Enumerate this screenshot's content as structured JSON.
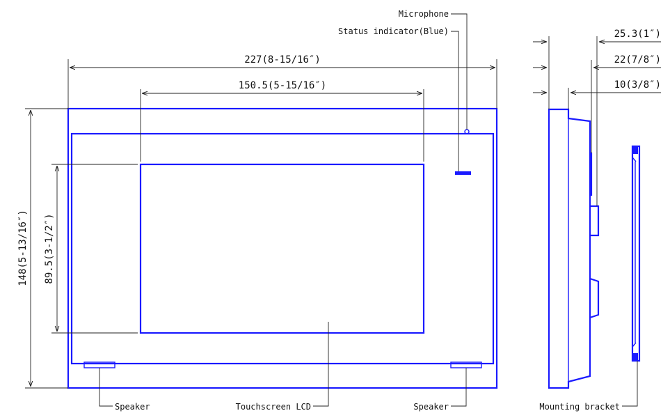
{
  "colors": {
    "outline": "#1a1aff",
    "dimension": "#222222",
    "background": "#ffffff"
  },
  "dimensions": {
    "overall_width": "227(8-15/16″)",
    "screen_width": "150.5(5-15/16″)",
    "overall_height": "148(5-13/16″)",
    "screen_height": "89.5(3-1/2″)",
    "depth_total": "25.3(1″)",
    "depth_body": "22(7/8″)",
    "depth_bracket": "10(3/8″)"
  },
  "callouts": {
    "microphone": "Microphone",
    "status_indicator": "Status indicator(Blue)",
    "speaker_left": "Speaker",
    "touchscreen": "Touchscreen LCD",
    "speaker_right": "Speaker",
    "mounting_bracket": "Mounting bracket"
  }
}
